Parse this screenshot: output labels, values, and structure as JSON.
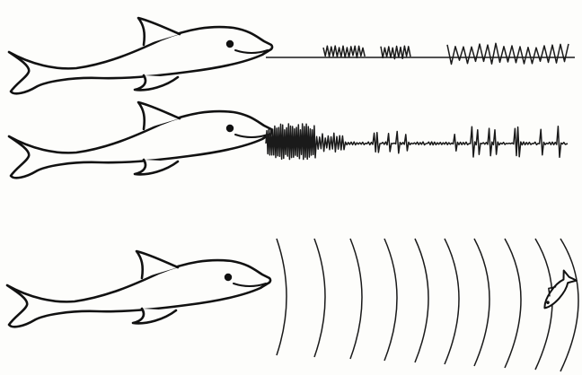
{
  "diagram": {
    "panels": [
      {
        "id": "signal-whistles"
      },
      {
        "id": "signal-clicks"
      },
      {
        "id": "sonar-echolocation"
      }
    ],
    "colors": {
      "ink": "#111111",
      "background": "#fdfdfb"
    },
    "icons": [
      "dolphin-icon",
      "small-fish-icon"
    ]
  }
}
